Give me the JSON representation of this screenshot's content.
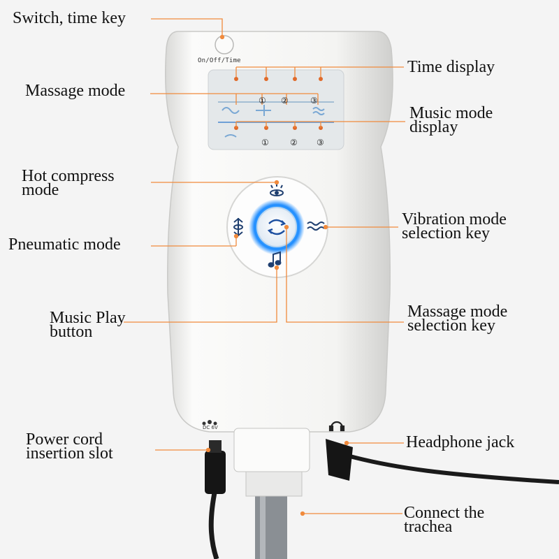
{
  "device": {
    "button_label": "On/Off/Time",
    "mode_numbers_top": [
      "①",
      "②",
      "③"
    ],
    "mode_numbers_bottom": [
      "①",
      "②",
      "③"
    ],
    "dc_label": "DC 6V"
  },
  "labels": {
    "switch_time_key": "Switch, time key",
    "time_display": "Time display",
    "massage_mode": "Massage mode",
    "music_mode_display": [
      "Music mode",
      "display"
    ],
    "hot_compress_mode": [
      "Hot compress",
      "mode"
    ],
    "vibration_mode_key": [
      "Vibration mode",
      "selection key"
    ],
    "pneumatic_mode": "Pneumatic mode",
    "music_play_button": [
      "Music Play",
      "button"
    ],
    "massage_mode_key": [
      "Massage mode",
      "selection key"
    ],
    "power_cord_slot": [
      "Power cord",
      "insertion slot"
    ],
    "headphone_jack": "Headphone jack",
    "connect_trachea": [
      "Connect the",
      "trachea"
    ]
  },
  "colors": {
    "leader_line": "#f08a3c",
    "device_body": "#f7f7f5",
    "display_panel": "#e6e9ec",
    "button_glow": "#1e8cff",
    "cable": "#1a1a1a"
  },
  "icons": [
    "power-button-icon",
    "led-indicator-icon",
    "pneumatic-icon",
    "vibration-wave-icon",
    "hot-compress-icon",
    "music-note-icon",
    "cycle-arrows-icon",
    "headphone-icon",
    "dc-plug-icon"
  ]
}
